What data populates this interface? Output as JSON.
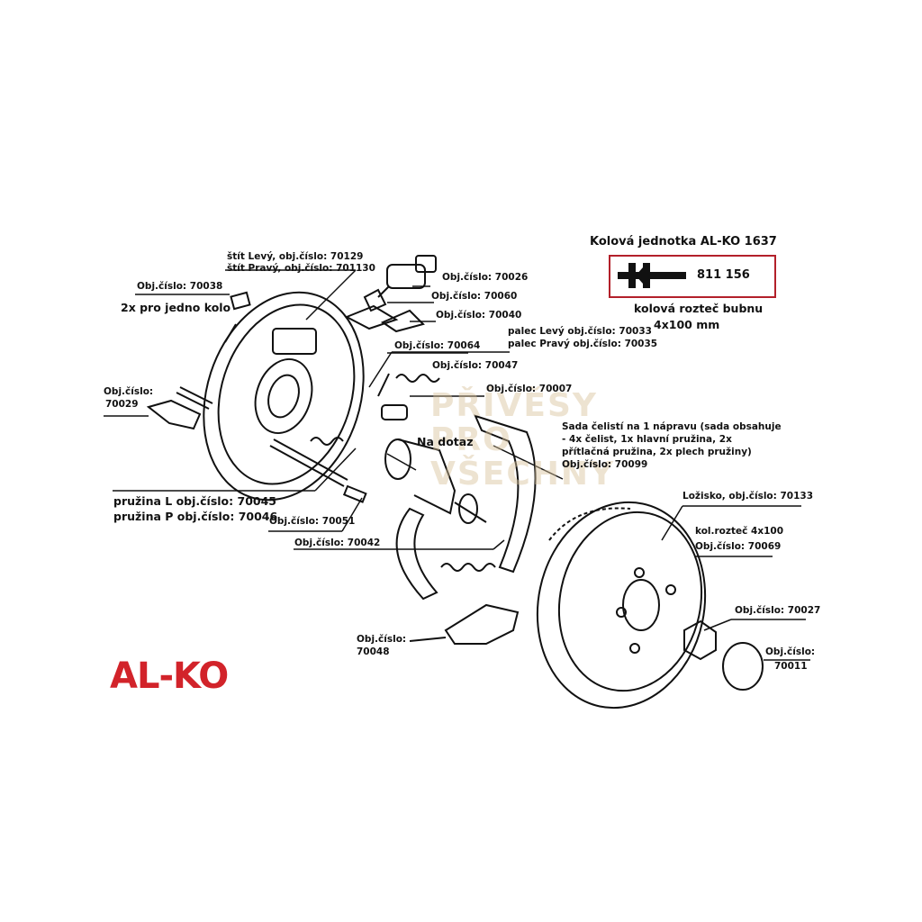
{
  "header": {
    "title": "Kolová jednotka AL-KO 1637",
    "code": "811 156",
    "spacing_line1": "kolová rozteč bubnu",
    "spacing_line2": "4x100 mm"
  },
  "labels": {
    "l70129": "štít Levý, obj.číslo: 70129",
    "l701130": "štít Pravý, obj.číslo: 701130",
    "l70026": "Obj.číslo: 70026",
    "l70038": "Obj.číslo: 70038",
    "l2x": "2x pro jedno kolo",
    "l70060": "Obj.číslo: 70060",
    "l70040": "Obj.číslo: 70040",
    "l70033": "palec Levý obj.číslo: 70033",
    "l70035": "palec Pravý obj.číslo: 70035",
    "l70064": "Obj.číslo: 70064",
    "l70047": "Obj.číslo: 70047",
    "l70007": "Obj.číslo: 70007",
    "l70029a": "Obj.číslo:",
    "l70029b": "70029",
    "naDotaz": "Na dotaz",
    "sada1": "Sada čelistí na 1 nápravu (sada obsahuje",
    "sada2": "- 4x čelist, 1x hlavní pružina, 2x",
    "sada3": "přítlačná pružina, 2x plech pružiny)",
    "sada4": "Obj.číslo: 70099",
    "l70045": "pružina L obj.číslo: 70045",
    "l70046": "pružina P obj.číslo: 70046",
    "l70051": "Obj.číslo: 70051",
    "l70042": "Obj.číslo: 70042",
    "l70133": "Ložisko, obj.číslo: 70133",
    "rozt": "kol.rozteč 4x100",
    "l70069": "Obj.číslo: 70069",
    "l70027": "Obj.číslo: 70027",
    "l70011a": "Obj.číslo:",
    "l70011b": "70011",
    "l70048a": "Obj.číslo:",
    "l70048b": "70048"
  },
  "logo": "AL-KO",
  "watermark": [
    "PŘÍVĚSY",
    "PRO",
    "VŠECHNY"
  ],
  "colors": {
    "brand_red": "#d2232a",
    "box_border": "#b3202a",
    "line": "#111111"
  }
}
